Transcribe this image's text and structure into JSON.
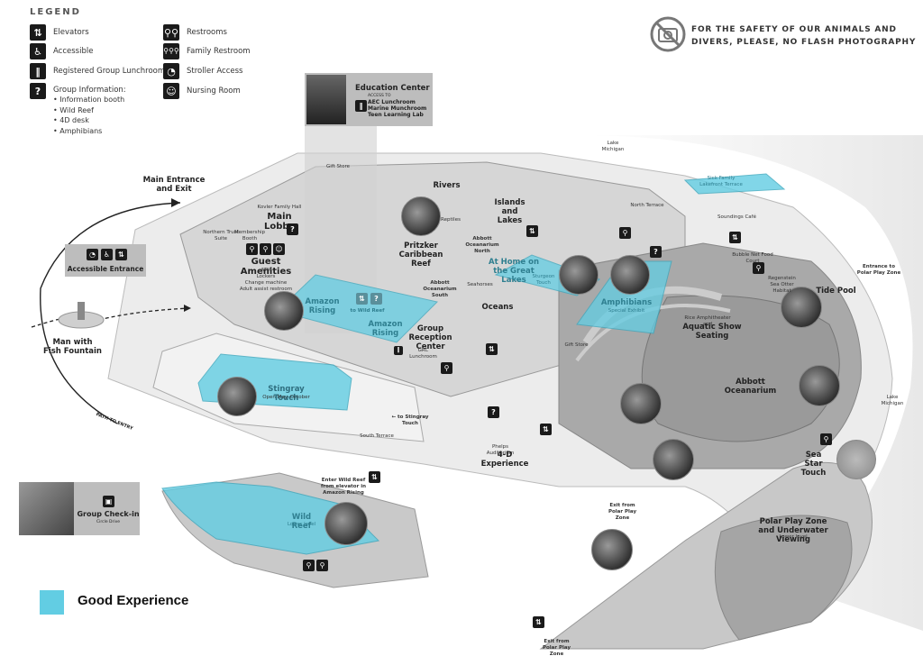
{
  "legend": {
    "title": "LEGEND",
    "items": [
      {
        "icon": "elevator-icon",
        "glyph": "⇅",
        "label": "Elevators"
      },
      {
        "icon": "accessible-icon",
        "glyph": "♿",
        "label": "Accessible"
      },
      {
        "icon": "lunchroom-icon",
        "glyph": "🍴",
        "label": "Registered Group Lunchroom"
      },
      {
        "icon": "group-info-icon",
        "glyph": "?",
        "label": "Group Information:",
        "sub": [
          "• Information booth",
          "• Wild Reef",
          "• 4D desk",
          "• Amphibians"
        ]
      },
      {
        "icon": "restroom-icon",
        "glyph": "🚻",
        "label": "Restrooms"
      },
      {
        "icon": "family-restroom-icon",
        "glyph": "👪",
        "label": "Family Restroom"
      },
      {
        "icon": "stroller-icon",
        "glyph": "◔",
        "label": "Stroller Access"
      },
      {
        "icon": "nursing-room-icon",
        "glyph": "☺",
        "label": "Nursing Room"
      }
    ]
  },
  "notice": {
    "line1": "FOR THE SAFETY OF OUR ANIMALS AND",
    "line2": "DIVERS, PLEASE, NO FLASH PHOTOGRAPHY"
  },
  "education_center": {
    "title": "Education Center",
    "access": "ACCESS TO",
    "lines": [
      "AEC Lunchroom",
      "Marine Munchroom",
      "Teen Learning Lab"
    ]
  },
  "accessible_entrance": {
    "label": "Accessible Entrance"
  },
  "group_checkin": {
    "title": "Group Check-in",
    "sub": "Circle Drive"
  },
  "good_experience": {
    "label": "Good Experience",
    "color": "#62cde3"
  },
  "labels": {
    "main_entrance": "Main Entrance and Exit",
    "gift_store_top": "Gift Store",
    "kovler": "Kovler Family Hall",
    "main_lobby": "Main Lobby",
    "northern_trust": "Northern Trust Suite",
    "membership_booth": "Membership Booth",
    "guest_amenities": "Guest Amenities",
    "guest_amenities_sub": [
      "ATM",
      "Lockers",
      "Change machine",
      "Adult assist restroom"
    ],
    "man_with_fish": "Man with Fish Fountain",
    "path_to_entry": "PATH TO ENTRY",
    "rivers": "Rivers",
    "reptiles": "Reptiles",
    "islands_lakes": "Islands and Lakes",
    "lake_michigan_top": "Lake Michigan",
    "pritzker": "Pritzker Caribbean Reef",
    "abbott_north": "Abbott Oceanarium North",
    "abbott_south": "Abbott Oceanarium South",
    "at_home": "At Home on the Great Lakes",
    "sturgeon": "Sturgeon Touch",
    "seahorses": "Seahorses",
    "oceans": "Oceans",
    "amazon_rising_1": "Amazon Rising",
    "amazon_rising_2": "Amazon Rising",
    "to_wild_reef": "to Wild Reef",
    "group_reception": "Group Reception Center",
    "grc_lunchroom": "GRC Lunchroom",
    "amphibians": "Amphibians",
    "special_exhibit": "Special Exhibit",
    "gift_store_mid": "Gift Store",
    "north_terrace": "North Terrace",
    "sick_terrace": "Sick Family Lakefront Terrace",
    "soundings": "Soundings Café",
    "bubble_net": "Bubble Net Food Court",
    "entrance_polar": "Entrance to Polar Play Zone",
    "regenstein": "Regenstein Sea Otter Habitat",
    "tide_pool": "Tide Pool",
    "rice_amph": "Rice Amphitheater and",
    "aquatic_show": "Aquatic Show Seating",
    "abbott_oceanarium": "Abbott Oceanarium",
    "lake_michigan_right": "Lake Michigan",
    "stingray": "Stingray Touch",
    "stingray_sub": "Open May–October",
    "to_stingray": "← to Stingray Touch",
    "south_terrace": "South Terrace",
    "phelps": "Phelps Auditorium",
    "four_d": "4-D Experience",
    "exit_polar_1": "Exit from Polar Play Zone",
    "exit_polar_2": "Exit from Polar Play Zone",
    "enter_wild_reef": "Enter Wild Reef from elevator in Amazon Rising",
    "wild_reef": "Wild Reef",
    "lower_level": "Lower level",
    "sea_star": "Sea Star Touch",
    "polar_play": "Polar Play Zone and Underwater Viewing",
    "polar_lower": "Lower level"
  }
}
